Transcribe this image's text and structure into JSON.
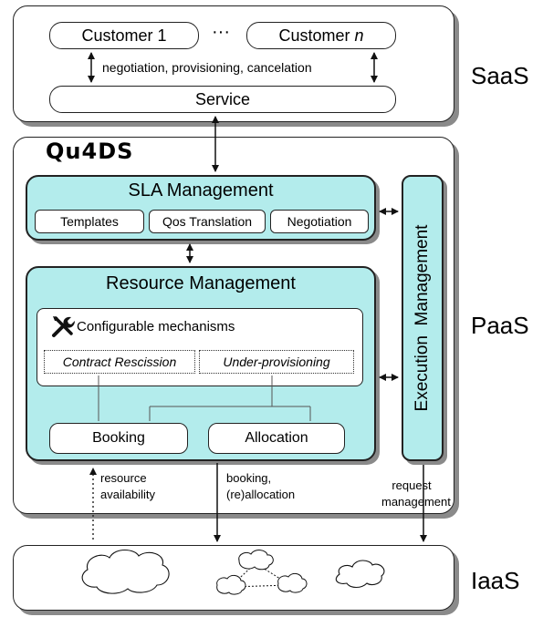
{
  "layers": {
    "saas": "SaaS",
    "paas": "PaaS",
    "iaas": "IaaS"
  },
  "saas_box": {
    "customer_1": "Customer 1",
    "ellipsis": "···",
    "customer_n_prefix": "Customer ",
    "customer_n_var": "n",
    "interaction_label": "negotiation, provisioning, cancelation",
    "service": "Service"
  },
  "paas_box": {
    "title": "Qu4DS",
    "sla": {
      "title": "SLA Management",
      "items": [
        "Templates",
        "Qos Translation",
        "Negotiation"
      ]
    },
    "resource": {
      "title": "Resource Management",
      "mechanisms_label": "Configurable mechanisms",
      "mechanisms": [
        "Contract Rescission",
        "Under-provisioning"
      ],
      "booking": "Booking",
      "allocation": "Allocation"
    },
    "execution": "Execution  Management"
  },
  "flows": {
    "resource_availability": [
      "resource",
      "availability"
    ],
    "booking_allocation": [
      "booking,",
      "(re)allocation"
    ],
    "request_management": [
      "request",
      "management"
    ]
  },
  "icons": {
    "tools": "tools-icon",
    "cloud": "cloud-icon"
  },
  "colors": {
    "module_fill": "#b3ecec",
    "shadow": "#8a8a8a"
  }
}
